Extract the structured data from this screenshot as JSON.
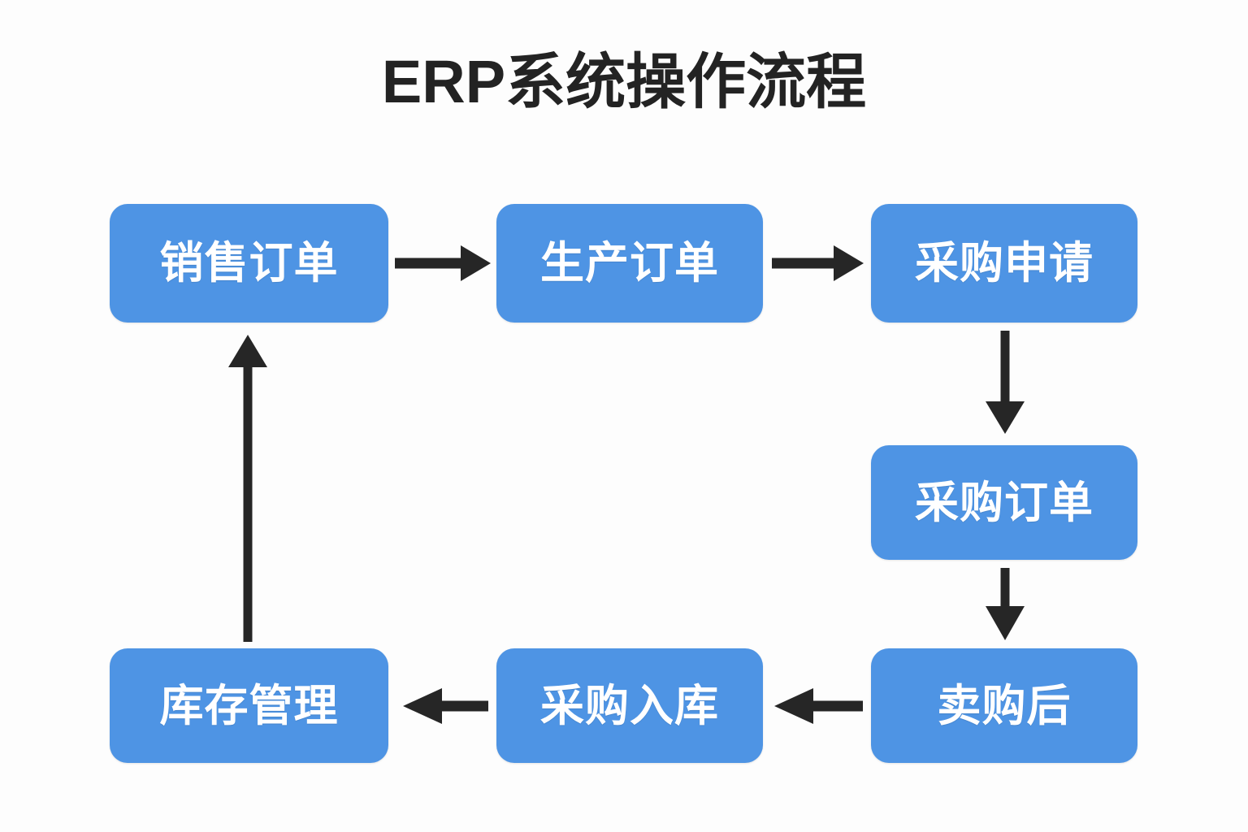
{
  "title": "ERP系统操作流程",
  "colors": {
    "background": "#fdfdfd",
    "node_fill": "#4e94e4",
    "node_text": "#ffffff",
    "arrow": "#262626",
    "title_text": "#232323"
  },
  "nodes": [
    {
      "id": "sales",
      "label": "销售订单"
    },
    {
      "id": "production",
      "label": "生产订单"
    },
    {
      "id": "purchreq",
      "label": "采购申请"
    },
    {
      "id": "purchorder",
      "label": "采购订单"
    },
    {
      "id": "aftersale",
      "label": "卖购后"
    },
    {
      "id": "receipt",
      "label": "采购入库"
    },
    {
      "id": "inventory",
      "label": "库存管理"
    }
  ],
  "edges": [
    {
      "from": "sales",
      "to": "production",
      "direction": "right"
    },
    {
      "from": "production",
      "to": "purchreq",
      "direction": "right"
    },
    {
      "from": "purchreq",
      "to": "purchorder",
      "direction": "down"
    },
    {
      "from": "purchorder",
      "to": "aftersale",
      "direction": "down"
    },
    {
      "from": "aftersale",
      "to": "receipt",
      "direction": "left"
    },
    {
      "from": "receipt",
      "to": "inventory",
      "direction": "left"
    },
    {
      "from": "inventory",
      "to": "sales",
      "direction": "up"
    }
  ]
}
